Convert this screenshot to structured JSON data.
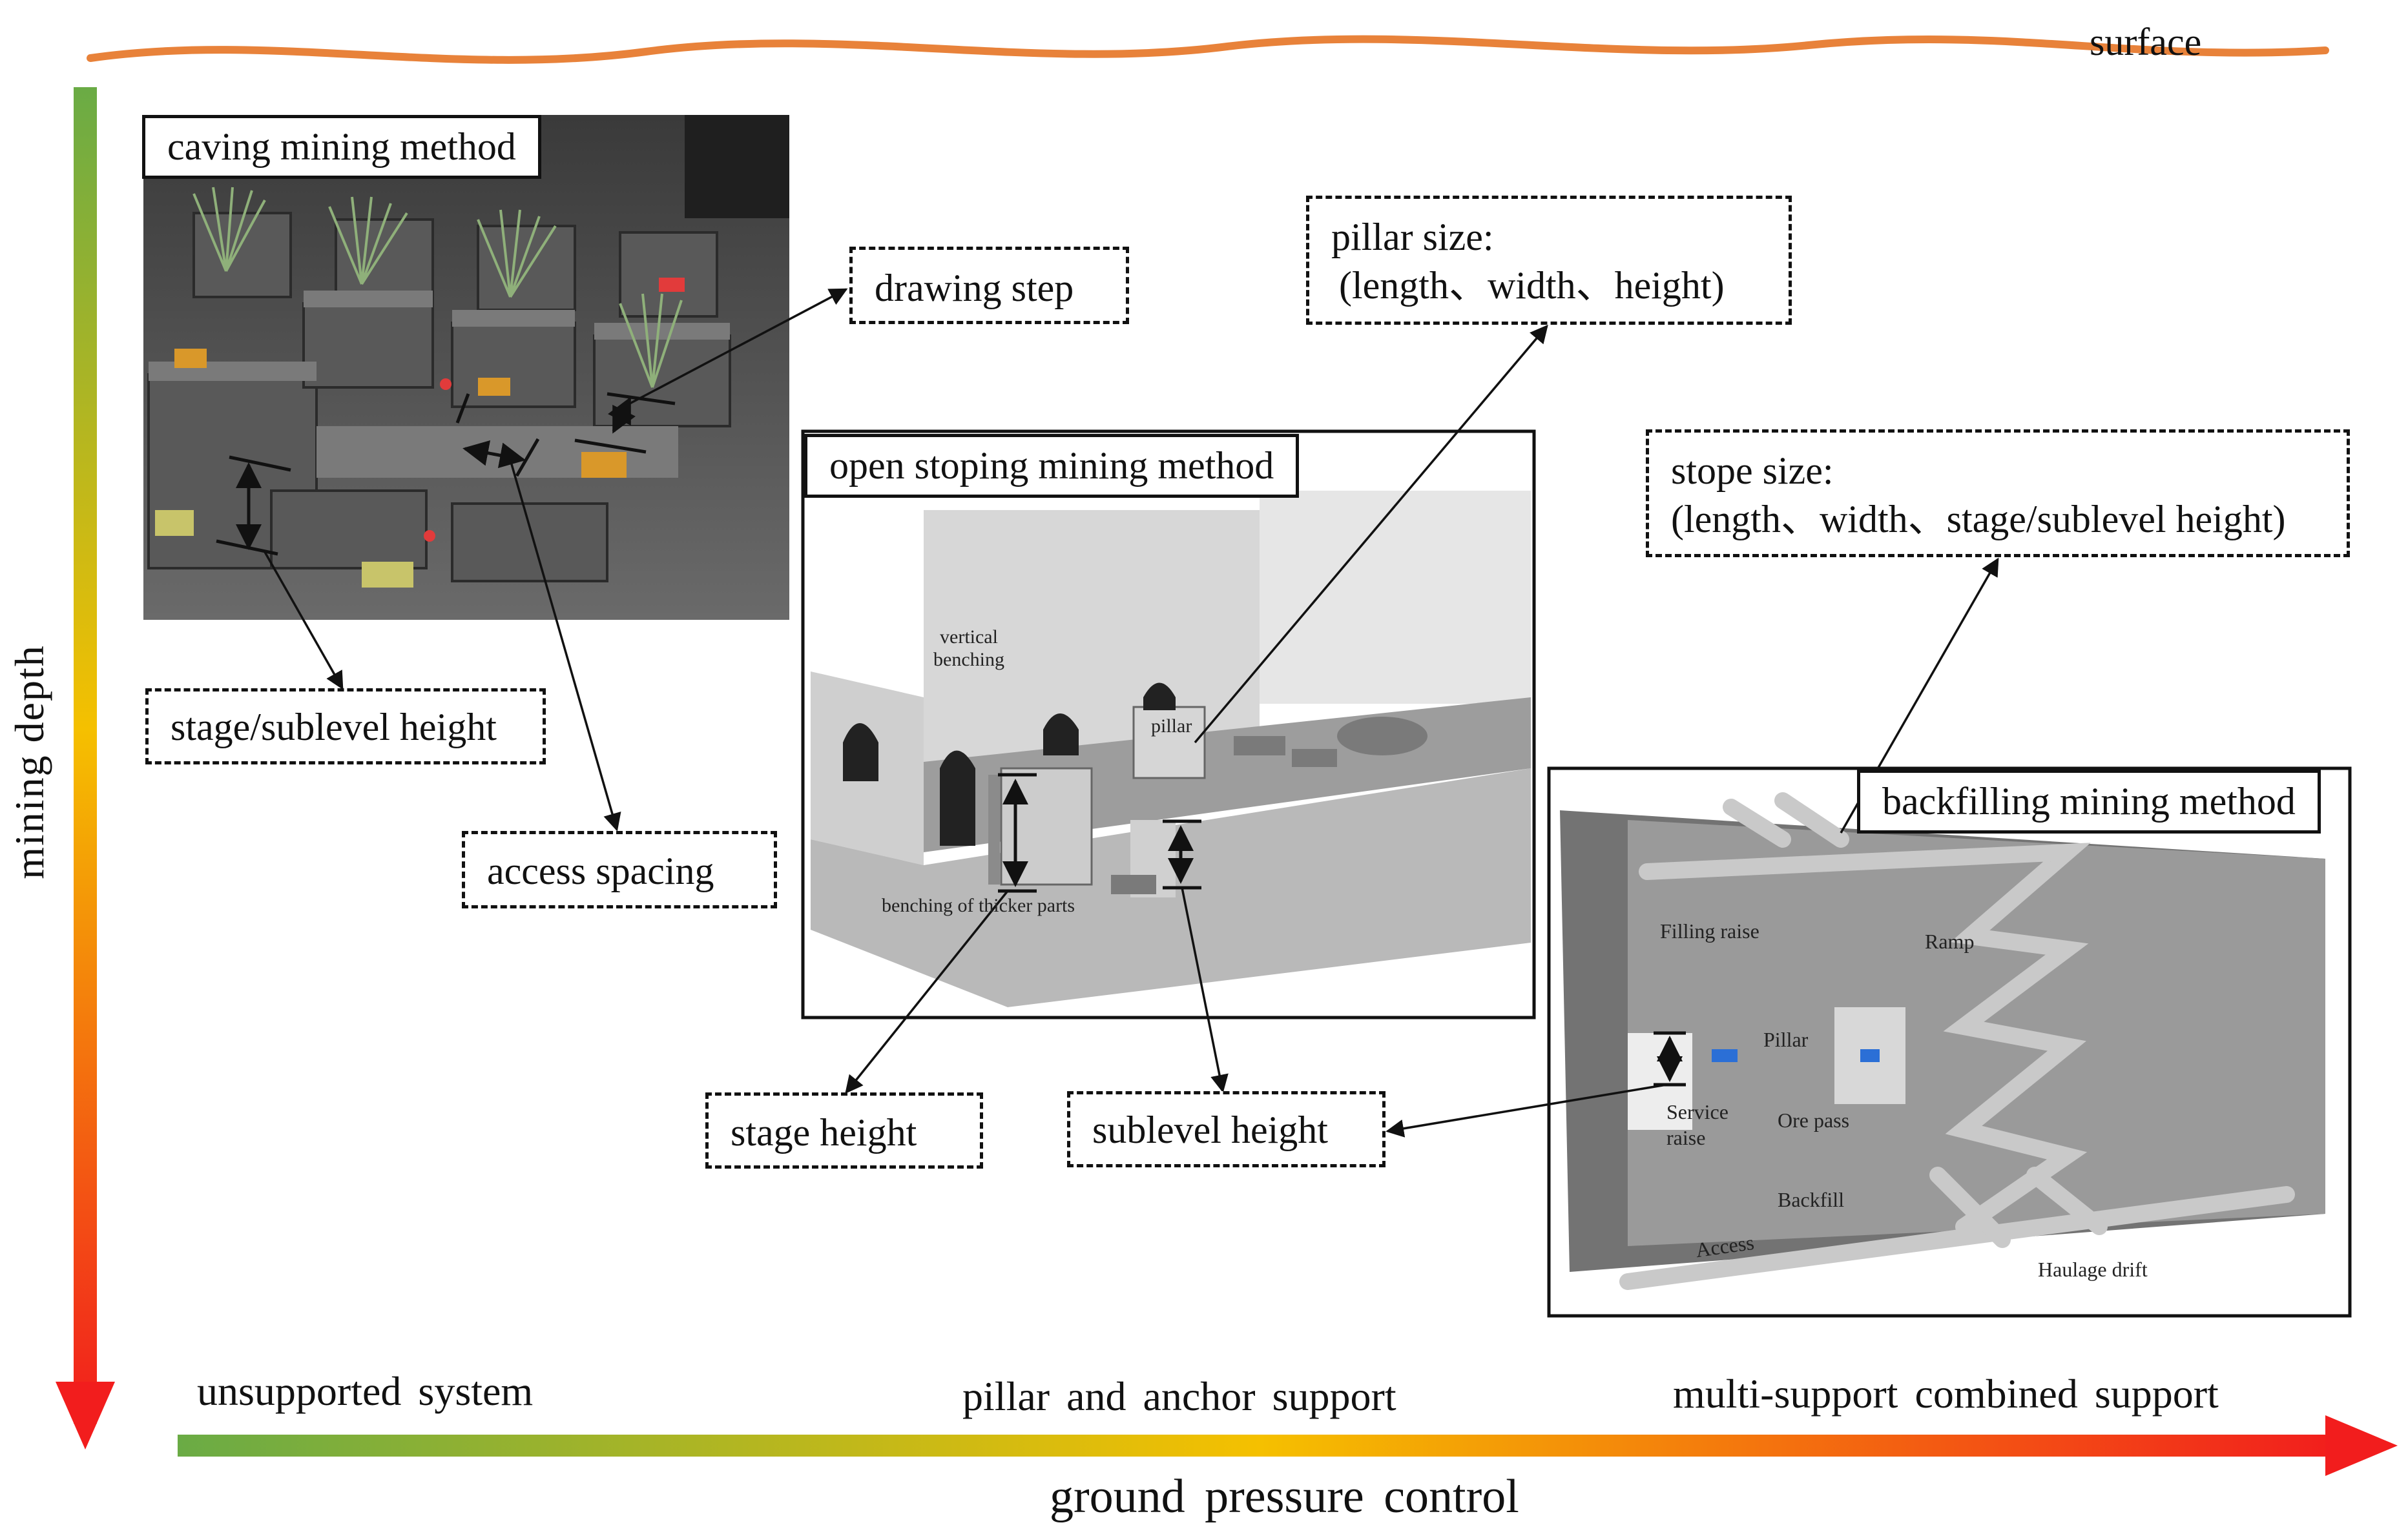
{
  "surface_label": "surface",
  "axes": {
    "vertical_label": "mining depth",
    "horizontal_label": "ground pressure control",
    "support_levels": [
      "unsupported system",
      "pillar and anchor support",
      "multi-support combined support"
    ]
  },
  "panels": {
    "caving": {
      "title": "caving mining method"
    },
    "open_stoping": {
      "title": "open stoping mining method",
      "labels": {
        "vertical_benching": "vertical benching",
        "pillar": "pillar",
        "benching_thicker_parts": "benching of thicker parts"
      }
    },
    "backfilling": {
      "title": "backfilling mining method",
      "labels": {
        "filling_raise": "Filling raise",
        "ramp": "Ramp",
        "pillar": "Pillar",
        "service_raise": "Service raise",
        "ore_pass": "Ore pass",
        "backfill": "Backfill",
        "access": "Access",
        "haulage_drift": "Haulage drift"
      }
    }
  },
  "parameter_labels": {
    "drawing_step": "drawing step",
    "stage_sublevel_height": "stage/sublevel height",
    "access_spacing": "access spacing",
    "pillar_size_line1": "pillar size:",
    "pillar_size_line2": "(length、width、height)",
    "stope_size_line1": "stope size:",
    "stope_size_line2": "(length、width、stage/sublevel height)",
    "stage_height": "stage height",
    "sublevel_height": "sublevel height"
  },
  "colors": {
    "surface_line": "#E8823A",
    "gradient_start": "#6AAB45",
    "gradient_mid": "#F5C000",
    "gradient_end": "#F21D1D"
  }
}
